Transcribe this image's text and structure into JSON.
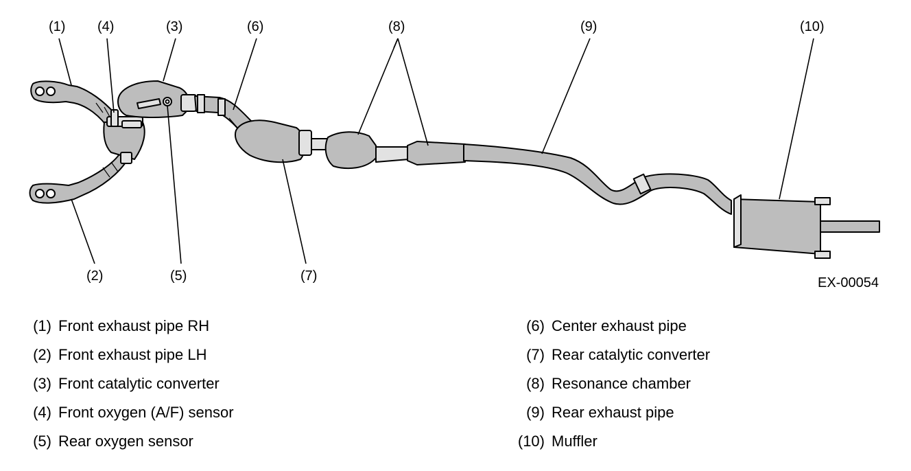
{
  "callouts": {
    "c1": "(1)",
    "c2": "(2)",
    "c3": "(3)",
    "c4": "(4)",
    "c5": "(5)",
    "c6": "(6)",
    "c7": "(7)",
    "c8": "(8)",
    "c9": "(9)",
    "c10": "(10)"
  },
  "figure_code": "EX-00054",
  "legend": [
    {
      "num": "(1)",
      "label": "Front exhaust pipe RH"
    },
    {
      "num": "(2)",
      "label": "Front exhaust pipe LH"
    },
    {
      "num": "(3)",
      "label": "Front catalytic converter"
    },
    {
      "num": "(4)",
      "label": "Front oxygen (A/F) sensor"
    },
    {
      "num": "(5)",
      "label": "Rear oxygen sensor"
    },
    {
      "num": "(6)",
      "label": "Center exhaust pipe"
    },
    {
      "num": "(7)",
      "label": "Rear catalytic converter"
    },
    {
      "num": "(8)",
      "label": "Resonance chamber"
    },
    {
      "num": "(9)",
      "label": "Rear exhaust pipe"
    },
    {
      "num": "(10)",
      "label": "Muffler"
    }
  ]
}
